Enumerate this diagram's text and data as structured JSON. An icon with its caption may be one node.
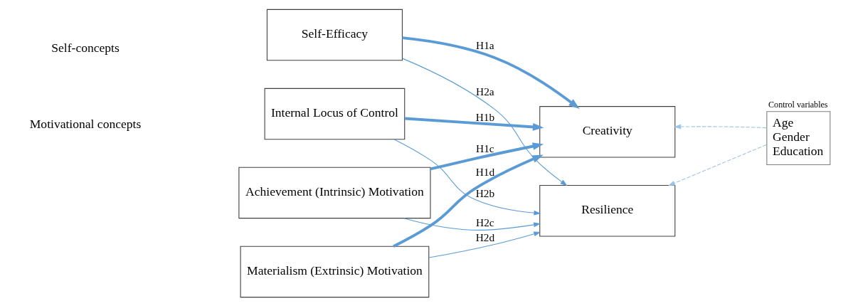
{
  "diagram": {
    "nodes": [
      {
        "text": [
          "Self-Efficacy"
        ]
      },
      {
        "text": [
          "Internal Locus of Control"
        ]
      },
      {
        "text": [
          "Achievement (Intrinsic) Motivation"
        ]
      },
      {
        "text": [
          "Materialism (Extrinsic) Motivation"
        ]
      },
      {
        "text": [
          "Creativity"
        ]
      },
      {
        "text": [
          "Resilience"
        ]
      },
      {
        "text": [
          "Control variables",
          "Age",
          "Gender",
          "Education"
        ]
      }
    ],
    "edges": [
      {
        "from": 0,
        "to": 4,
        "arrow": "to",
        "label": "H1a",
        "style": "thick"
      },
      {
        "from": 1,
        "to": 4,
        "arrow": "to",
        "label": "H1b",
        "style": "thick"
      },
      {
        "from": 2,
        "to": 4,
        "arrow": "to",
        "label": "H1c",
        "style": "thick"
      },
      {
        "from": 3,
        "to": 4,
        "arrow": "to",
        "label": "H1d",
        "style": "thick"
      },
      {
        "from": 0,
        "to": 5,
        "arrow": "to",
        "label": "H2a"
      },
      {
        "from": 1,
        "to": 5,
        "arrow": "to",
        "label": "H2b"
      },
      {
        "from": 2,
        "to": 5,
        "arrow": "to",
        "label": "H2c"
      },
      {
        "from": 3,
        "to": 5,
        "arrow": "to",
        "label": "H2d"
      },
      {
        "from": 6,
        "to": 4,
        "arrow": "to",
        "style": "dashed",
        "color": "#9dc3e6"
      },
      {
        "from": 6,
        "to": 5,
        "arrow": "to",
        "style": "dashed",
        "color": "#9dc3e6"
      }
    ],
    "labels": [
      "Self-concepts",
      "Motivational concepts"
    ]
  }
}
